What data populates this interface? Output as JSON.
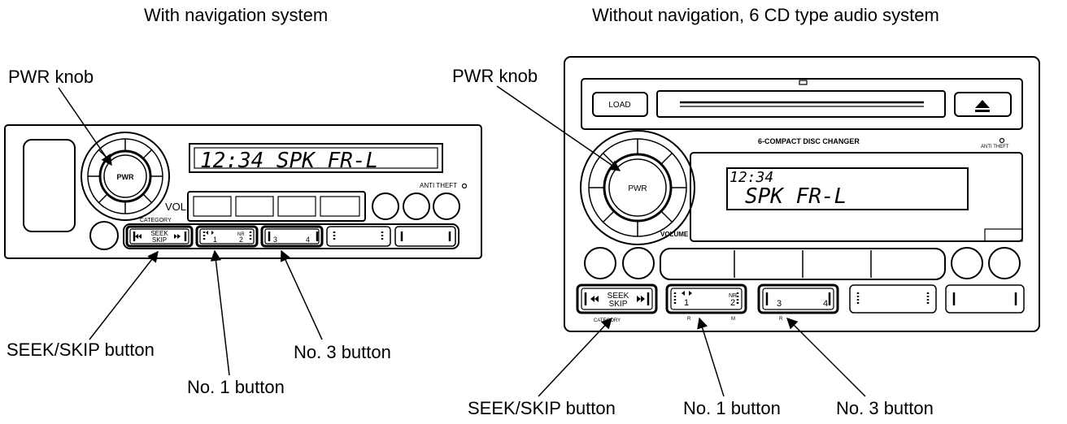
{
  "left_unit": {
    "heading": "With navigation system",
    "callouts": {
      "pwr_knob": "PWR knob",
      "seek_skip": "SEEK/SKIP button",
      "no1": "No. 1 button",
      "no3": "No. 3 button"
    },
    "display_text": "12:34 SPK FR-L",
    "knob_label": "PWR",
    "vol_label": "VOL",
    "anti_theft": "ANTI THEFT",
    "category": "CATEGORY",
    "seek_label": "SEEK",
    "skip_label": "SKIP",
    "preset_1": "1",
    "preset_2": "2",
    "preset_3": "3",
    "preset_4": "4",
    "nr_label": "NR"
  },
  "right_unit": {
    "heading": "Without navigation, 6 CD type audio system",
    "callouts": {
      "pwr_knob": "PWR knob",
      "seek_skip": "SEEK/SKIP button",
      "no1": "No. 1 button",
      "no3": "No. 3 button"
    },
    "load_label": "LOAD",
    "changer_label": "6-COMPACT DISC CHANGER",
    "anti_theft": "ANTI THEFT",
    "display_line1": "12:34",
    "display_line2": "SPK FR-L",
    "knob_label": "PWR",
    "volume_label": "VOLUME",
    "category": "CATEGORY",
    "seek_label": "SEEK",
    "skip_label": "SKIP",
    "preset_1": "1",
    "preset_2": "2",
    "preset_3": "3",
    "preset_4": "4",
    "nr_label": "NR",
    "sub_r1": "R",
    "sub_m": "M",
    "sub_r2": "R"
  },
  "icons": [
    "eject-icon",
    "seek-back-icon",
    "seek-forward-icon",
    "play-pause-icon"
  ]
}
